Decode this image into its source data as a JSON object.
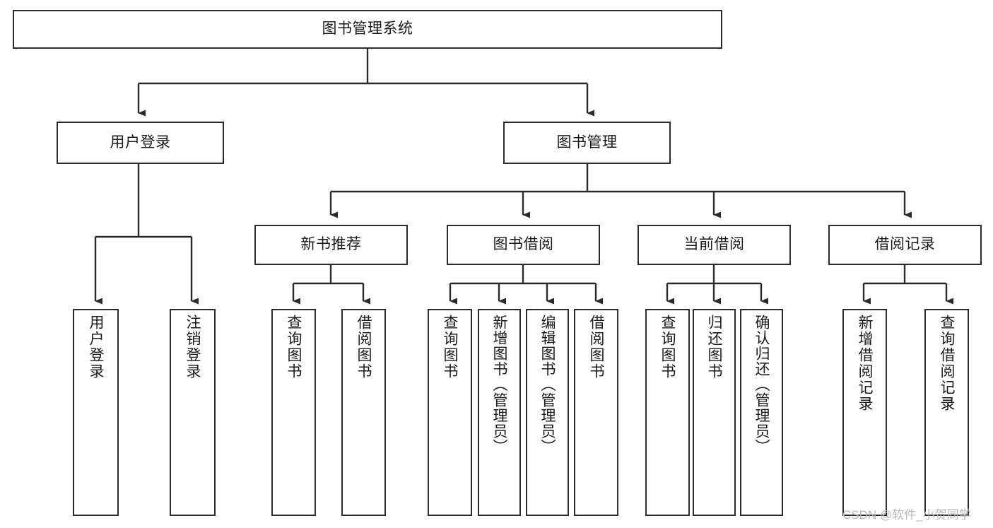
{
  "diagram": {
    "title": "图书管理系统",
    "type": "tree-hierarchy",
    "stroke_color": "#2b2b2b",
    "fill_color": "#ffffff",
    "text_color": "#1a1a1a",
    "nodes": {
      "root": {
        "label": "图书管理系统"
      },
      "level1": [
        {
          "label": "用户登录"
        },
        {
          "label": "图书管理"
        }
      ],
      "level2": [
        {
          "label": "新书推荐"
        },
        {
          "label": "图书借阅"
        },
        {
          "label": "当前借阅"
        },
        {
          "label": "借阅记录"
        }
      ],
      "leaves": {
        "user_login": [
          {
            "label": "用户登录"
          },
          {
            "label": "注销登录"
          }
        ],
        "new_book_recommend": [
          {
            "label": "查询图书"
          },
          {
            "label": "借阅图书"
          }
        ],
        "book_borrow": [
          {
            "label": "查询图书"
          },
          {
            "label": "新增图书（管理员）"
          },
          {
            "label": "编辑图书（管理员）"
          },
          {
            "label": "借阅图书"
          }
        ],
        "current_borrow": [
          {
            "label": "查询图书"
          },
          {
            "label": "归还图书"
          },
          {
            "label": "确认归还（管理员）"
          }
        ],
        "borrow_record": [
          {
            "label": "新增借阅记录"
          },
          {
            "label": "查询借阅记录"
          }
        ]
      }
    }
  },
  "watermark": {
    "text": "CSDN @软件_小贺同学"
  }
}
